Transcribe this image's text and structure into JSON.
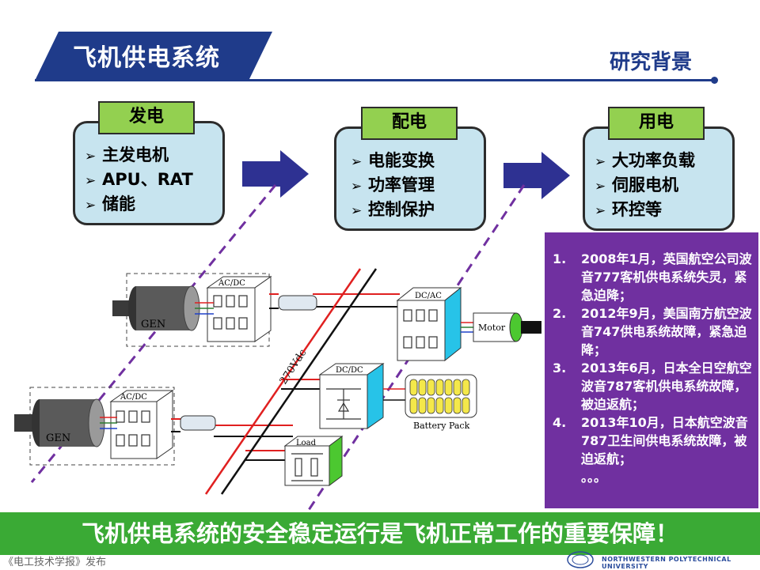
{
  "header": {
    "title": "飞机供电系统",
    "section": "研究背景",
    "colors": {
      "banner": "#1f3b8a",
      "rule": "#1f3b8a"
    }
  },
  "stages": [
    {
      "label": "发电",
      "items": [
        "主发电机",
        "APU、RAT",
        "储能"
      ]
    },
    {
      "label": "配电",
      "items": [
        "电能变换",
        "功率管理",
        "控制保护"
      ]
    },
    {
      "label": "用电",
      "items": [
        "大功率负载",
        "伺服电机",
        "环控等"
      ]
    }
  ],
  "bullet_glyph": "➢",
  "events": [
    {
      "num": "1.",
      "text": "2008年1月，英国航空公司波音777客机供电系统失灵，紧急迫降；"
    },
    {
      "num": "2.",
      "text": "2012年9月，美国南方航空波音747供电系统故障，紧急迫降；"
    },
    {
      "num": "3.",
      "text": "2013年6月，日本全日空航空波音787客机供电系统故障，被迫返航；"
    },
    {
      "num": "4.",
      "text": "2013年10月，日本航空波音787卫生间供电系统故障，被迫返航；"
    }
  ],
  "events_ellipsis": "。。。",
  "diagram": {
    "gen1": "GEN",
    "gen2": "GEN",
    "acdc1": "AC/DC",
    "acdc2": "AC/DC",
    "bus": "270Vdc",
    "dcac": "DC/AC",
    "motor": "Motor",
    "dcdc": "DC/DC",
    "battery": "Battery Pack",
    "load": "Load"
  },
  "conclusion": "飞机供电系统的安全稳定运行是飞机正常工作的重要保障！",
  "source": "《电工技术学报》发布",
  "university": "NORTHWESTERN POLYTECHNICAL UNIVERSITY",
  "colors": {
    "stage_fill": "#c7e4ef",
    "stage_label": "#93d050",
    "arrow": "#2e3192",
    "events_fill": "#7030a0",
    "bottom_bar": "#3aaa35",
    "red_line": "#e02020",
    "dashed": "#7030a0",
    "cyan": "#27c3e8",
    "green_face": "#4cc830",
    "battery_cell": "#f4e84a"
  }
}
